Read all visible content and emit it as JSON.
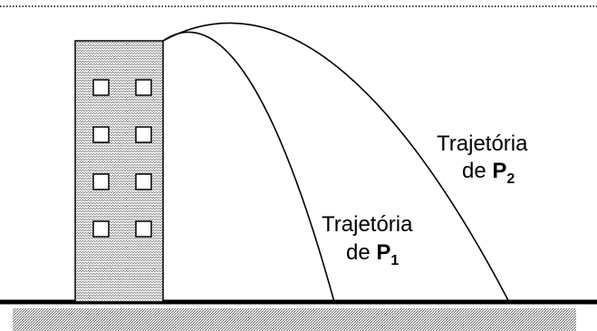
{
  "diagram": {
    "labels": {
      "p1": {
        "line1": "Trajetória",
        "prefix": "de ",
        "symbol": "P",
        "subscript": "1"
      },
      "p2": {
        "line1": "Trajetória",
        "prefix": "de ",
        "symbol": "P",
        "subscript": "2"
      }
    },
    "building": {
      "window_rows": 4,
      "window_columns": 2
    },
    "colors": {
      "stroke": "#000000",
      "background": "#ffffff"
    }
  }
}
